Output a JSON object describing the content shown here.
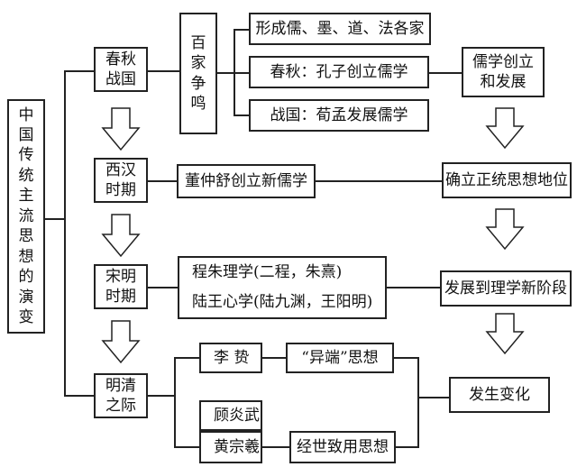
{
  "main_topic": "中国传统主流思想的演变",
  "stages": [
    {
      "id": "chunqiu",
      "label": "春秋\n战国"
    },
    {
      "id": "xihan",
      "label": "西汉\n时期"
    },
    {
      "id": "songming",
      "label": "宋明\n时期"
    },
    {
      "id": "mingqing",
      "label": "明清\n之际"
    }
  ],
  "baijia": "百家争鸣",
  "chunqiu_items": [
    "形成儒、墨、道、法各家",
    "春秋：孔子创立儒学",
    "战国：荀孟发展儒学"
  ],
  "xihan_item": "董仲舒创立新儒学",
  "songming_items": [
    "程朱理学(二程，朱熹)",
    "陆王心学(陆九渊，王阳明)"
  ],
  "mingqing_people": [
    "李  贽",
    "顾炎武",
    "黄宗羲"
  ],
  "mingqing_ideas": [
    "“异端”思想",
    "经世致用思想"
  ],
  "results": [
    "儒学创立\n和发展",
    "确立正统思想地位",
    "发展到理学新阶段",
    "发生变化"
  ]
}
